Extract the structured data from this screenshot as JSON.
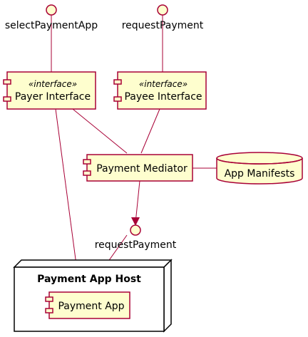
{
  "diagram": {
    "interfaces": {
      "select_payment_app": "selectPaymentApp",
      "request_payment_top": "requestPayment",
      "request_payment_bottom": "requestPayment"
    },
    "components": {
      "payer_interface": {
        "stereotype": "«interface»",
        "name": "Payer Interface"
      },
      "payee_interface": {
        "stereotype": "«interface»",
        "name": "Payee Interface"
      },
      "payment_mediator": {
        "name": "Payment Mediator"
      },
      "payment_app": {
        "name": "Payment App"
      }
    },
    "database": {
      "name": "App Manifests"
    },
    "node": {
      "title": "Payment App Host"
    }
  },
  "colors": {
    "component_fill": "#FEFECE",
    "line": "#A80036",
    "node_fill": "#ffffff",
    "node_border": "#000000",
    "text": "#000000"
  }
}
